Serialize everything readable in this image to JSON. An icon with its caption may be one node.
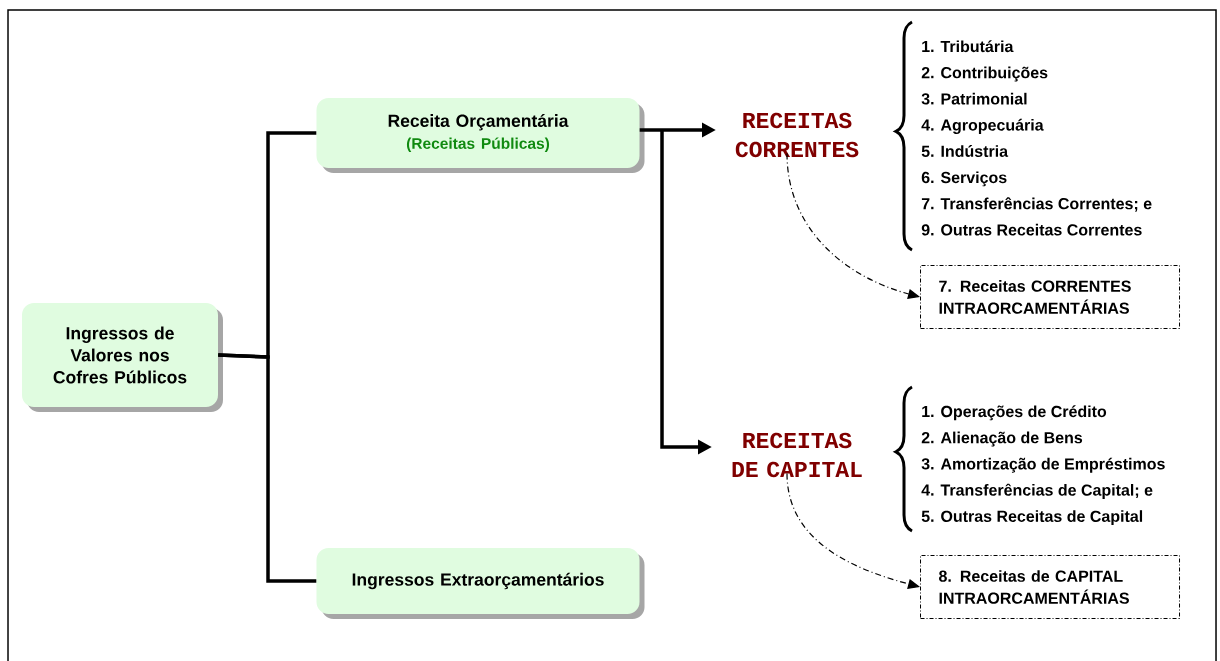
{
  "diagram": {
    "nodes": [
      {
        "text": [
          "Ingressos de Valores nos Cofres Públicos"
        ]
      },
      {
        "text": [
          "Receita Orçamentária",
          "(Receitas Públicas)"
        ]
      },
      {
        "text": [
          "RECEITAS CORRENTES"
        ]
      },
      {
        "text": [
          "7. Receitas CORRENTES INTRAORCAMENTÁRIAS"
        ]
      },
      {
        "text": [
          "RECEITAS DE CAPITAL"
        ]
      },
      {
        "text": [
          "8. Receitas de CAPITAL INTRAORCAMENTÁRIAS"
        ]
      },
      {
        "text": [
          "Ingressos Extraorçamentários"
        ]
      }
    ],
    "edges": [
      {
        "from": 0,
        "to": 1,
        "arrow": "none"
      },
      {
        "from": 0,
        "to": 6,
        "arrow": "none"
      },
      {
        "from": 1,
        "to": 2,
        "arrow": "to"
      },
      {
        "from": 1,
        "to": 4,
        "arrow": "to"
      },
      {
        "from": 2,
        "to": 3,
        "arrow": "to",
        "style": "dashed"
      },
      {
        "from": 4,
        "to": 5,
        "arrow": "to",
        "style": "dashed"
      }
    ],
    "labels": [
      "1. Tributária",
      "2. Contribuições",
      "3. Patrimonial",
      "4.  Agropecuária",
      "5. Indústria",
      "6. Serviços",
      "7. Transferências Correntes; e",
      "9. Outras Receitas Correntes",
      "1. Operações de Crédito",
      "2. Alienação de Bens",
      "3. Amortização de Empréstimos",
      "4. Transferências de Capital; e",
      "5. Outras Receitas de Capital"
    ]
  }
}
